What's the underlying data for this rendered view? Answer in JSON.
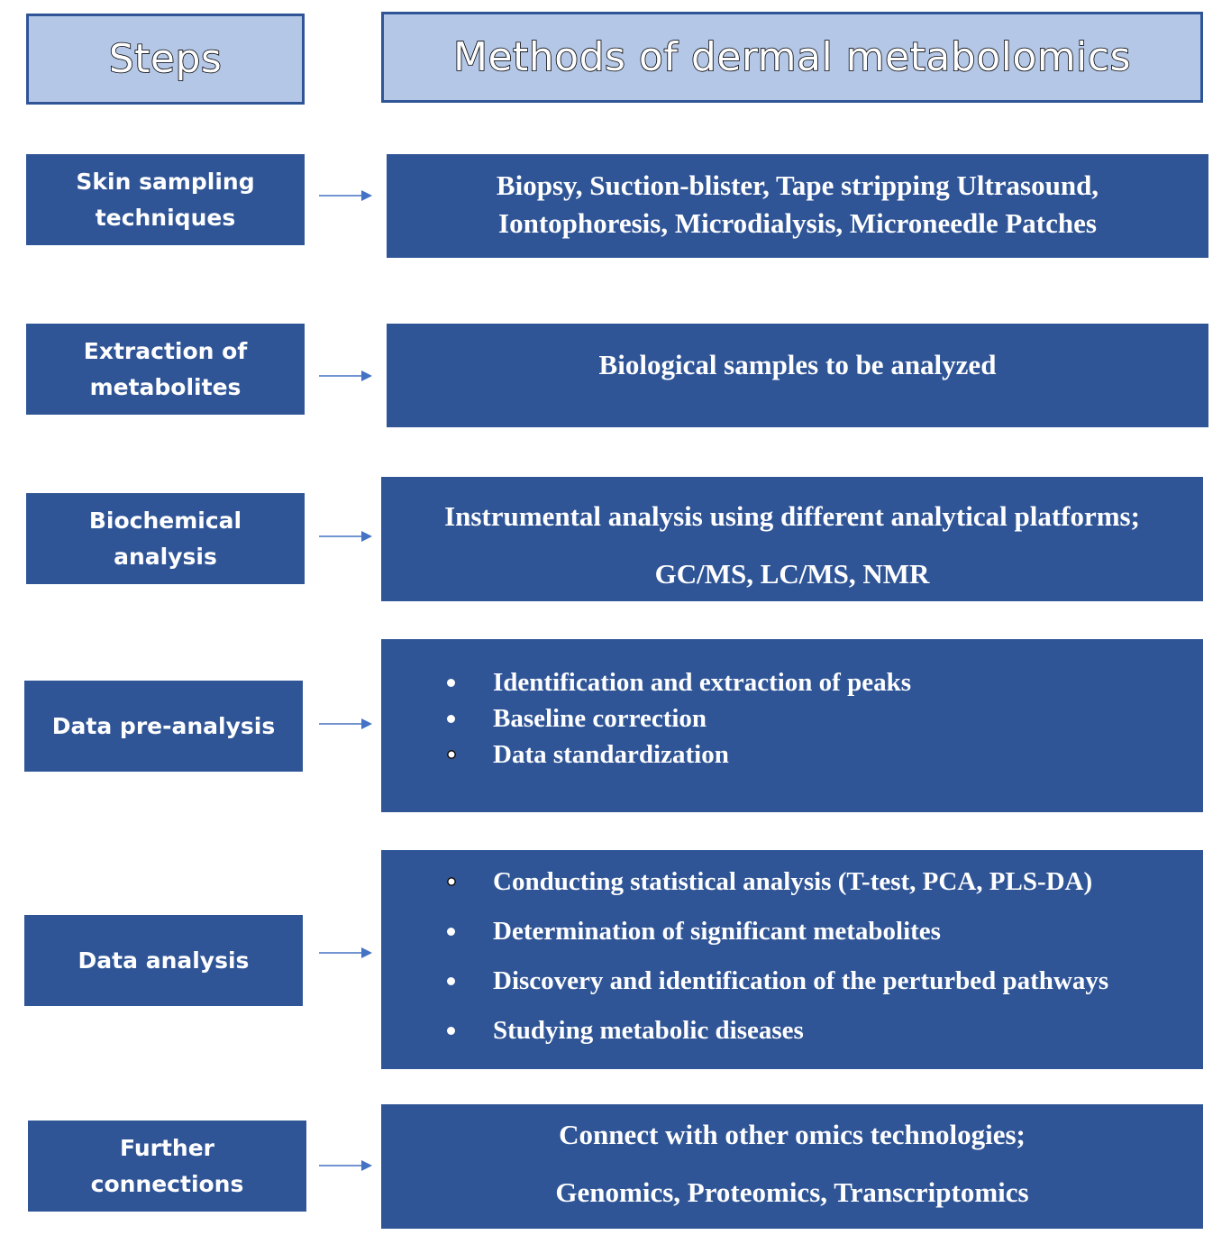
{
  "headers": {
    "steps": "Steps",
    "methods": "Methods of dermal metabolomics"
  },
  "rows": [
    {
      "step": "Skin sampling techniques",
      "method_lines": [
        "Biopsy, Suction-blister, Tape stripping Ultrasound,",
        "Iontophoresis, Microdialysis, Microneedle Patches"
      ]
    },
    {
      "step": "Extraction of metabolites",
      "method_lines": [
        "Biological samples to be analyzed"
      ]
    },
    {
      "step": "Biochemical analysis",
      "method_lines": [
        "Instrumental analysis using different analytical platforms;",
        "GC/MS, LC/MS, NMR"
      ]
    },
    {
      "step": "Data pre-analysis",
      "method_bullets": [
        "Identification and extraction of peaks",
        "Baseline correction",
        "Data standardization"
      ]
    },
    {
      "step": "Data analysis",
      "method_bullets": [
        "Conducting statistical analysis (T-test, PCA, PLS-DA)",
        "Determination of significant metabolites",
        "Discovery and identification of the perturbed pathways",
        "Studying metabolic diseases"
      ]
    },
    {
      "step": "Further connections",
      "method_lines": [
        "Connect with other omics technologies;",
        "Genomics, Proteomics, Transcriptomics"
      ]
    }
  ],
  "colors": {
    "box_fill": "#2f5597",
    "header_fill": "#b4c7e7",
    "arrow": "#4472c4"
  }
}
